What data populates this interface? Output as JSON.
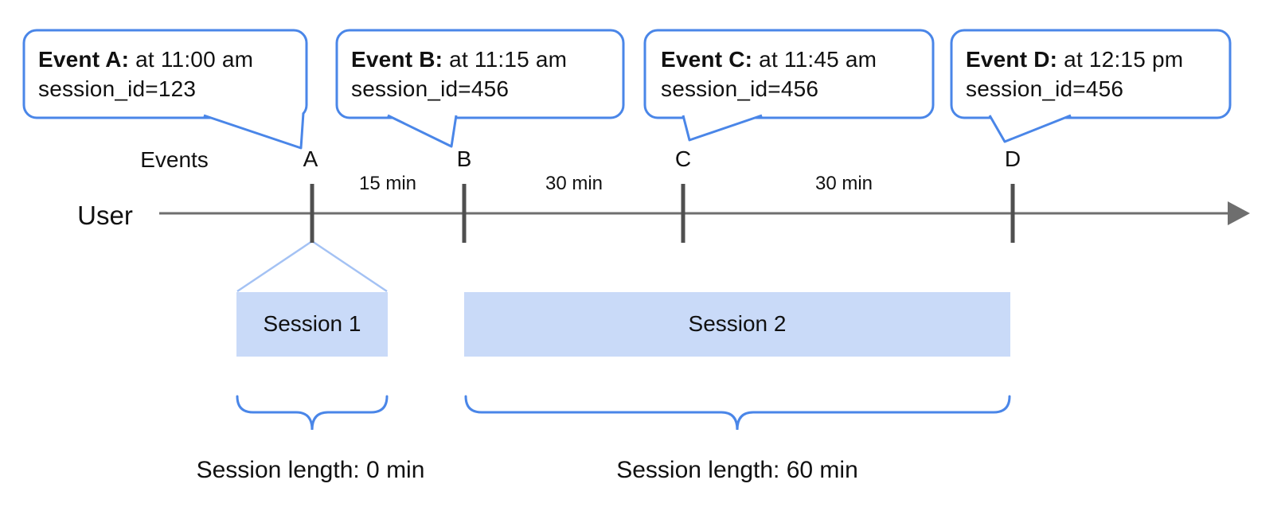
{
  "diagram": {
    "events_label": "Events",
    "user_label": "User",
    "bubbles": [
      {
        "bold": "Event A:",
        "rest": " at 11:00 am",
        "line2": "session_id=123"
      },
      {
        "bold": "Event B:",
        "rest": " at 11:15 am",
        "line2": "session_id=456"
      },
      {
        "bold": "Event C:",
        "rest": " at 11:45 am",
        "line2": "session_id=456"
      },
      {
        "bold": "Event D:",
        "rest": " at 12:15 pm",
        "line2": "session_id=456"
      }
    ],
    "events": [
      {
        "letter": "A"
      },
      {
        "letter": "B"
      },
      {
        "letter": "C"
      },
      {
        "letter": "D"
      }
    ],
    "intervals": [
      {
        "label": "15 min"
      },
      {
        "label": "30 min"
      },
      {
        "label": "30 min"
      }
    ],
    "sessions": [
      {
        "name": "Session 1",
        "length_label": "Session length: 0 min"
      },
      {
        "name": "Session 2",
        "length_label": "Session length: 60 min"
      }
    ],
    "colors": {
      "bubble_border": "#4a86e8",
      "brace": "#4a86e8",
      "session_fill": "#c9daf8",
      "funnel_line": "#a4c2f4",
      "timeline": "#6e6e6e",
      "tick": "#4f4f4f",
      "text": "#000000"
    }
  }
}
